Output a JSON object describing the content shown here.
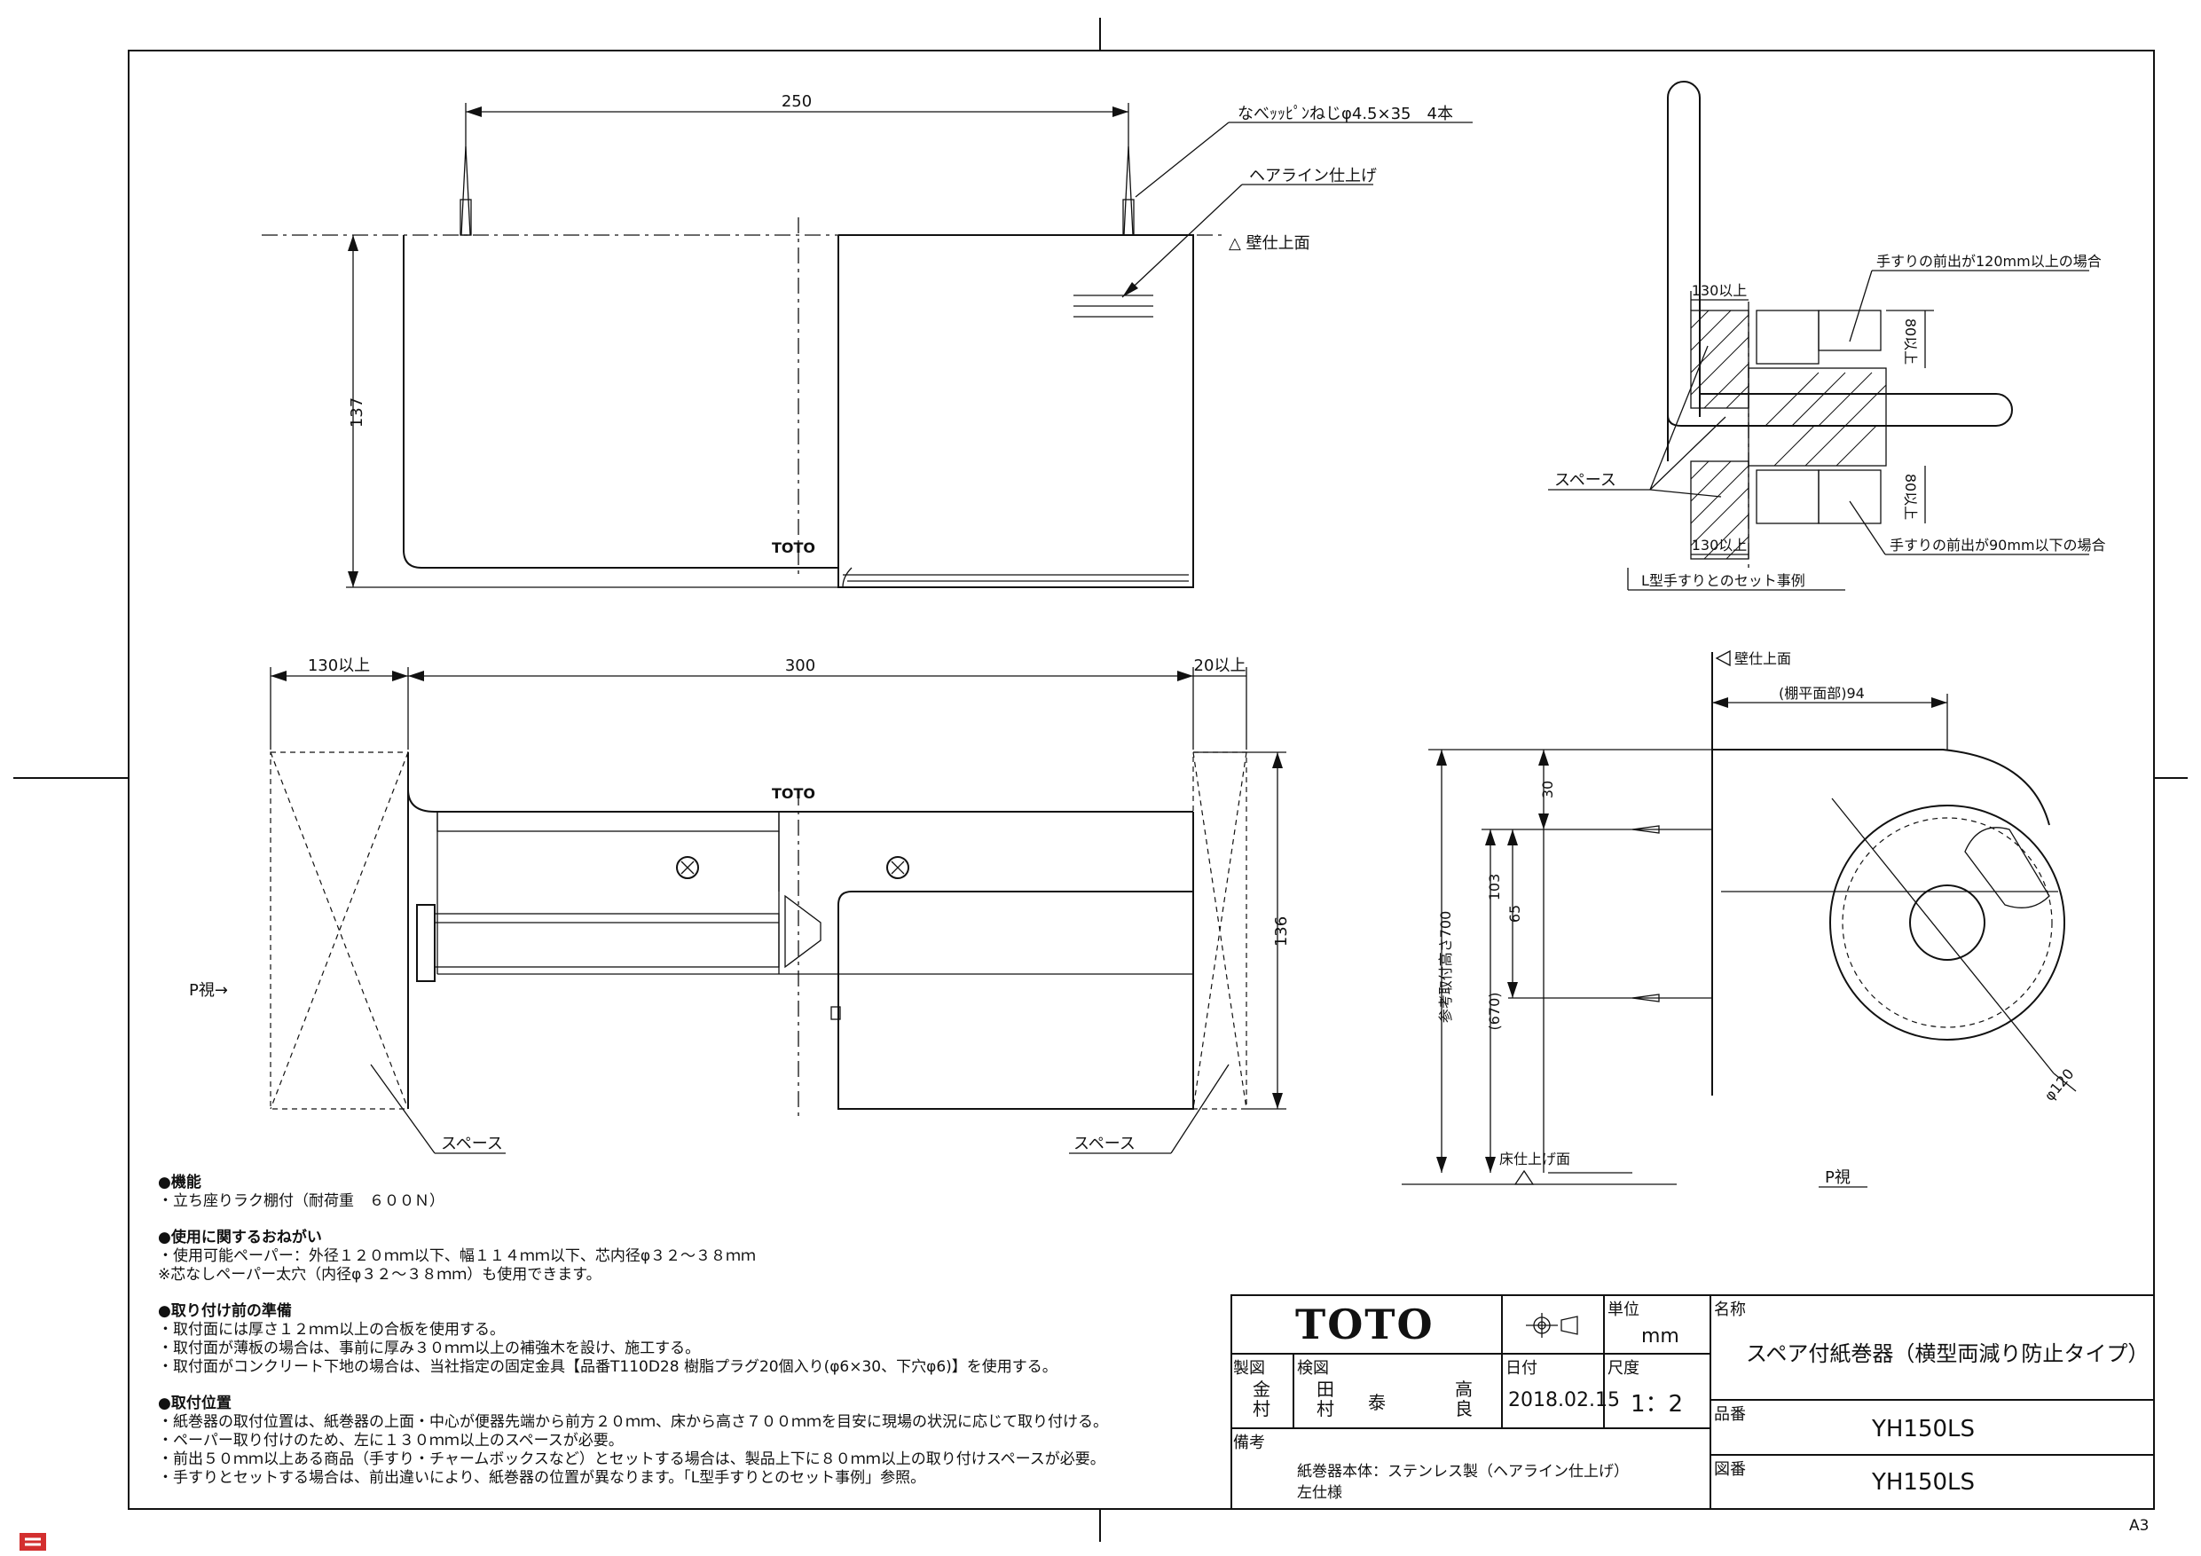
{
  "drawing": {
    "dim_250": "250",
    "screw_note": "なべｯｯﾋﾟﾝねじφ4.5×35　4本",
    "hairline_note": "ヘアライン仕上げ",
    "wall_surface": "壁仕上面",
    "dim_137": "137",
    "logo_small": "TOTO",
    "dim_130a": "130以上",
    "dim_300": "300",
    "dim_20": "20以上",
    "dim_136": "136",
    "p_view_arrow": "P視→",
    "space_left": "スペース",
    "space_right": "スペース",
    "rail": {
      "dim_130_top": "130以上",
      "dim_130_bottom": "130以上",
      "dim_80_top": "80以上",
      "dim_80_bottom": "80以上",
      "note_120": "手すりの前出が120mm以上の場合",
      "note_90": "手すりの前出が90mm以下の場合",
      "space": "スペース",
      "caption": "L型手すりとのセット事例"
    },
    "side": {
      "wall_surface": "壁仕上面",
      "dim_94": "(棚平面部)94",
      "dim_30": "30",
      "dim_103": "103",
      "dim_65": "65",
      "dim_700": "参考取付高さ700",
      "dim_670": "(670)",
      "floor": "床仕上げ面",
      "dia_120": "φ120",
      "p_view": "P視"
    }
  },
  "notes": [
    {
      "heading": "●機能",
      "lines": [
        "・立ち座りラク棚付（耐荷重　６００Ｎ）"
      ]
    },
    {
      "heading": "●使用に関するおねがい",
      "lines": [
        "・使用可能ペーパー：外径１２０ｍｍ以下、幅１１４ｍｍ以下、芯内径φ３２～３８ｍｍ",
        "※芯なしペーパー太穴（内径φ３２～３８ｍｍ）も使用できます。"
      ]
    },
    {
      "heading": "●取り付け前の準備",
      "lines": [
        "・取付面には厚さ１２ｍｍ以上の合板を使用する。",
        "・取付面が薄板の場合は、事前に厚み３０ｍｍ以上の補強木を設け、施工する。",
        "・取付面がコンクリート下地の場合は、当社指定の固定金具【品番T110D28 樹脂プラグ20個入り(φ6×30、下穴φ6)】を使用する。"
      ]
    },
    {
      "heading": "●取付位置",
      "lines": [
        "・紙巻器の取付位置は、紙巻器の上面・中心が便器先端から前方２０ｍｍ、床から高さ７００ｍｍを目安に現場の状況に応じて取り付ける。",
        "・ペーパー取り付けのため、左に１３０ｍｍ以上のスペースが必要。",
        "・前出５０ｍｍ以上ある商品（手すり・チャームボックスなど）とセットする場合は、製品上下に８０ｍｍ以上の取り付けスペースが必要。",
        "・手すりとセットする場合は、前出違いにより、紙巻器の位置が異なります。「L型手すりとのセット事例」参照。"
      ]
    }
  ],
  "titleblock": {
    "brand": "TOTO",
    "unit_label": "単位",
    "unit_value": "mm",
    "name_label": "名称",
    "name_value": "スペア付紙巻器（横型両減り防止タイプ）",
    "drawn_label": "製図",
    "drawn_value": "金村",
    "checked_label": "検図",
    "checked_values": [
      "田村",
      "泰",
      "高良"
    ],
    "date_label": "日付",
    "date_value": "2018.02.15",
    "scale_label": "尺度",
    "scale_value": "1：2",
    "model_label": "品番",
    "model_value": "YH150LS",
    "remarks_label": "備考",
    "remarks_lines": [
      "紙巻器本体：ステンレス製（ヘアライン仕上げ）",
      "左仕様"
    ],
    "drawing_no_label": "図番",
    "drawing_no_value": "YH150LS",
    "sheet_size": "A3"
  }
}
